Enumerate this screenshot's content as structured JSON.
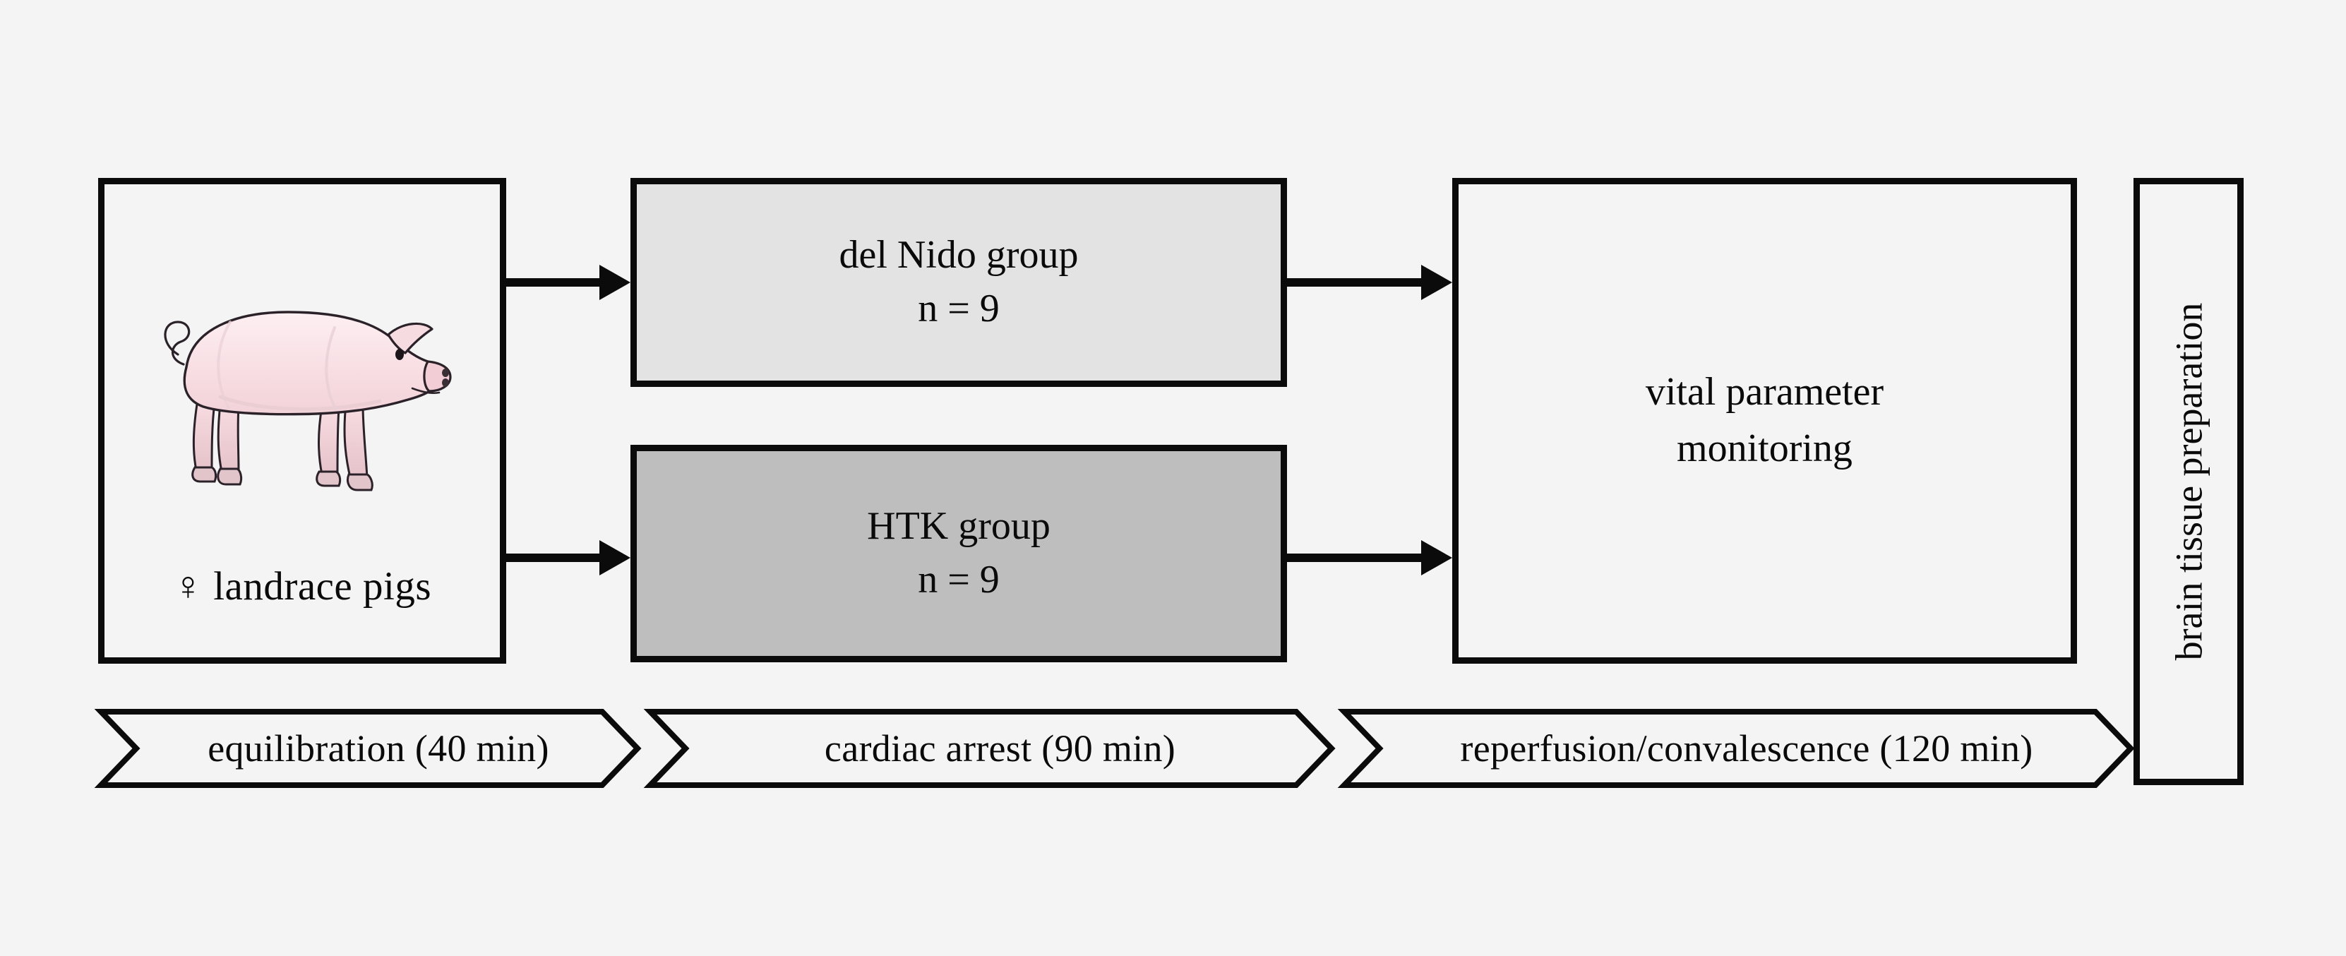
{
  "figure": {
    "type": "experimental-workflow-diagram",
    "background_color": "#f4f4f4",
    "line_color": "#0b0b0b"
  },
  "subject_box": {
    "caption_symbol": "♀",
    "caption_text": "landrace pigs",
    "illustration": "pig-illustration",
    "fill_color": "#f4f4f4"
  },
  "groups": [
    {
      "name": "del-nido",
      "label": "del Nido group",
      "n_label": "n = 9",
      "fill_color": "#e3e3e3"
    },
    {
      "name": "htk",
      "label": "HTK group",
      "n_label": "n = 9",
      "fill_color": "#bebebe"
    }
  ],
  "monitoring_box": {
    "line_1": "vital parameter",
    "line_2": "monitoring",
    "fill_color": "#f4f4f4"
  },
  "endpoint_box": {
    "label": "brain tissue preparation",
    "orientation": "vertical-bottom-to-top",
    "fill_color": "#f4f4f4"
  },
  "timeline": {
    "phases": [
      {
        "label": "equilibration (40 min)",
        "duration_min": 40
      },
      {
        "label": "cardiac arrest (90 min)",
        "duration_min": 90
      },
      {
        "label": "reperfusion/convalescence (120 min)",
        "duration_min": 120
      }
    ]
  },
  "connectors": [
    {
      "name": "pig-to-del-nido",
      "glyph": "arrow-right-icon"
    },
    {
      "name": "pig-to-htk",
      "glyph": "arrow-right-icon"
    },
    {
      "name": "del-nido-to-monitoring",
      "glyph": "arrow-right-icon"
    },
    {
      "name": "htk-to-monitoring",
      "glyph": "arrow-right-icon"
    }
  ]
}
